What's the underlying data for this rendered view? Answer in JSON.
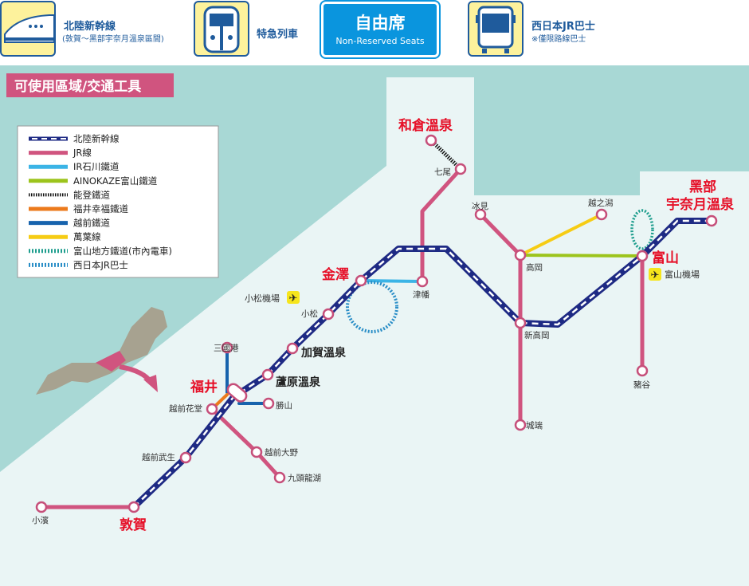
{
  "header": {
    "shinkansen": {
      "title": "北陸新幹線",
      "note": "(敦賀～黑部宇奈月溫泉區間)"
    },
    "limited_express": {
      "title": "特急列車"
    },
    "seat": {
      "title": "自由席",
      "subtitle": "Non-Reserved Seats"
    },
    "bus": {
      "title": "西日本JR巴士",
      "note": "※僅限路線巴士"
    }
  },
  "map_title": "可使用區域/交通工具",
  "legend": [
    {
      "label": "北陸新幹線",
      "color": "#1e2a84"
    },
    {
      "label": "JR線",
      "color": "#d0547f"
    },
    {
      "label": "IR石川鐵道",
      "color": "#3bb4e6"
    },
    {
      "label": "AINOKAZE富山鐵道",
      "color": "#9cc41c"
    },
    {
      "label": "能登鐵道",
      "color": "#111111"
    },
    {
      "label": "福井幸福鐵道",
      "color": "#ec7a1c"
    },
    {
      "label": "越前鐵道",
      "color": "#1763ad"
    },
    {
      "label": "萬葉線",
      "color": "#f6cc14"
    },
    {
      "label": "富山地方鐵道(市內電車)",
      "color": "#1f9e8e"
    },
    {
      "label": "西日本JR巴士",
      "color": "#2a8ec7"
    }
  ],
  "stations": {
    "wakura": "和倉溫泉",
    "nanao": "七尾",
    "kanazawa": "金澤",
    "tsubata": "津幡",
    "komatsu_airport": "小松機場",
    "komatsu": "小松",
    "kaga": "加賀溫泉",
    "awara": "蘆原溫泉",
    "mikuni": "三國港",
    "fukui": "福井",
    "katsuyama": "勝山",
    "hanando": "越前花堂",
    "ono": "越前大野",
    "kuzuryu": "九頭龍湖",
    "takefu": "越前武生",
    "tsuruga": "敦賀",
    "obama": "小濱",
    "himi": "冰見",
    "koshinokata": "越之潟",
    "takaoka": "高岡",
    "shintakaoka": "新高岡",
    "johana": "城端",
    "toyama": "富山",
    "toyama_airport": "富山機場",
    "inotani": "豬谷",
    "kurobe_1": "黑部",
    "kurobe_2": "宇奈月溫泉"
  }
}
